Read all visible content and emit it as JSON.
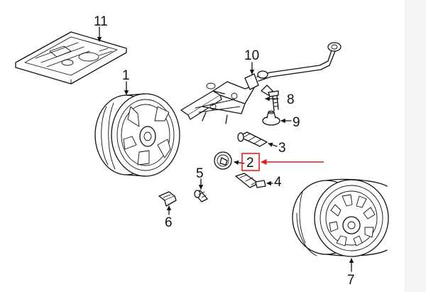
{
  "callouts": {
    "c1": "1",
    "c2": "2",
    "c3": "3",
    "c4": "4",
    "c5": "5",
    "c6": "6",
    "c7": "7",
    "c8": "8",
    "c9": "9",
    "c10": "10",
    "c11": "11"
  },
  "highlight": {
    "target": "2",
    "box_color": "#e02020",
    "arrow_color": "#e02020"
  }
}
